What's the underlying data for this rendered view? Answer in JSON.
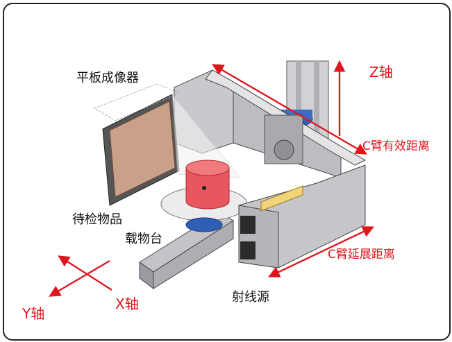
{
  "labels": {
    "flat_panel": "平板成像器",
    "object": "待检物品",
    "stage": "载物台",
    "source": "射线源",
    "z_axis": "Z轴",
    "c_arm_effective": "C臂有效距离",
    "c_arm_extension": "C臂延展距离",
    "x_axis": "X轴",
    "y_axis": "Y轴"
  },
  "colors": {
    "accent": "#e0161e",
    "object": "#e8575d",
    "frame": "#b3b3b6",
    "frame_dark": "#6c6c70",
    "panel": "#c9a08a",
    "pillar": "#c8c8cc",
    "motor": "#2f5fb5"
  }
}
